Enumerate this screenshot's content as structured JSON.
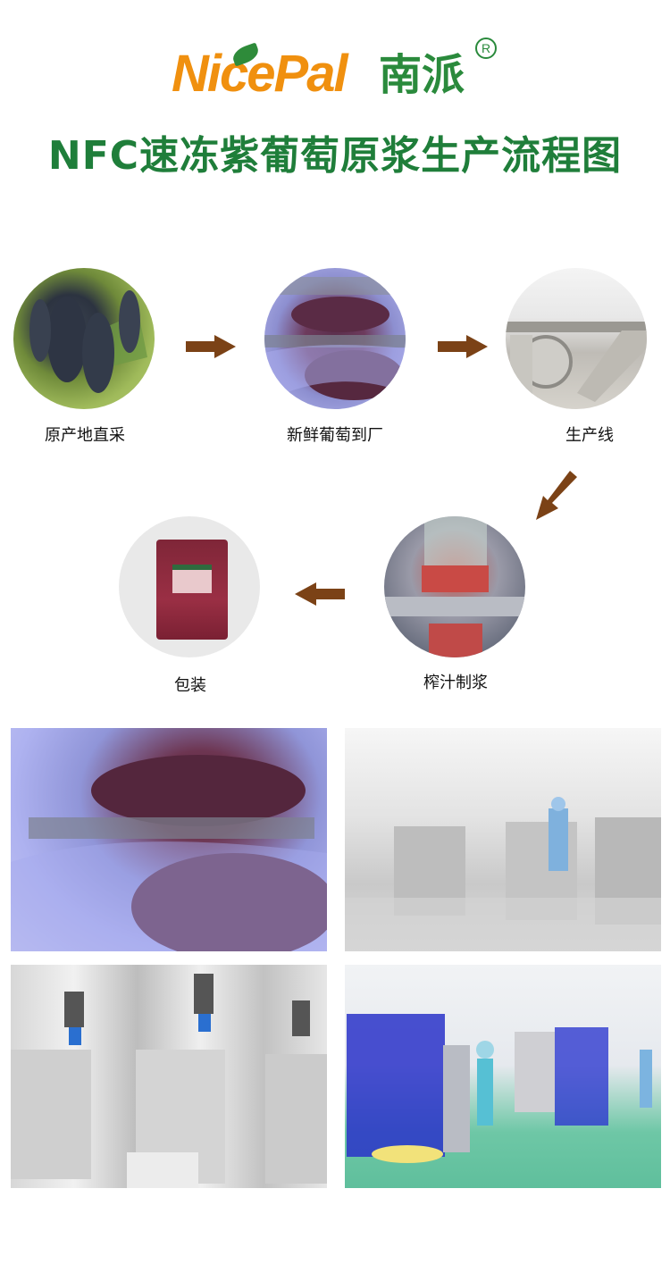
{
  "brand": {
    "logo_en": "NicePal",
    "logo_cn": "南派",
    "registered_mark": "R",
    "colors": {
      "orange": "#f0900f",
      "green": "#2a8a3c",
      "arrow_brown": "#7b4216"
    }
  },
  "title": "NFC速冻紫葡萄原浆生产流程图",
  "flow": {
    "steps": [
      {
        "label": "原产地直采",
        "image": "grape-vine-photo"
      },
      {
        "label": "新鲜葡萄到厂",
        "image": "crated-grapes-photo"
      },
      {
        "label": "生产线",
        "image": "production-line-photo"
      },
      {
        "label": "榨汁制浆",
        "image": "juice-filling-photo"
      },
      {
        "label": "包装",
        "image": "packaged-bag-photo"
      }
    ],
    "arrows": [
      "arrow-right",
      "arrow-right",
      "arrow-down-left",
      "arrow-left"
    ]
  },
  "gallery": {
    "photos": [
      {
        "name": "grapes-in-crates-photo"
      },
      {
        "name": "clean-room-tanks-photo"
      },
      {
        "name": "stainless-mixing-tanks-photo"
      },
      {
        "name": "packaging-machines-photo"
      }
    ]
  }
}
